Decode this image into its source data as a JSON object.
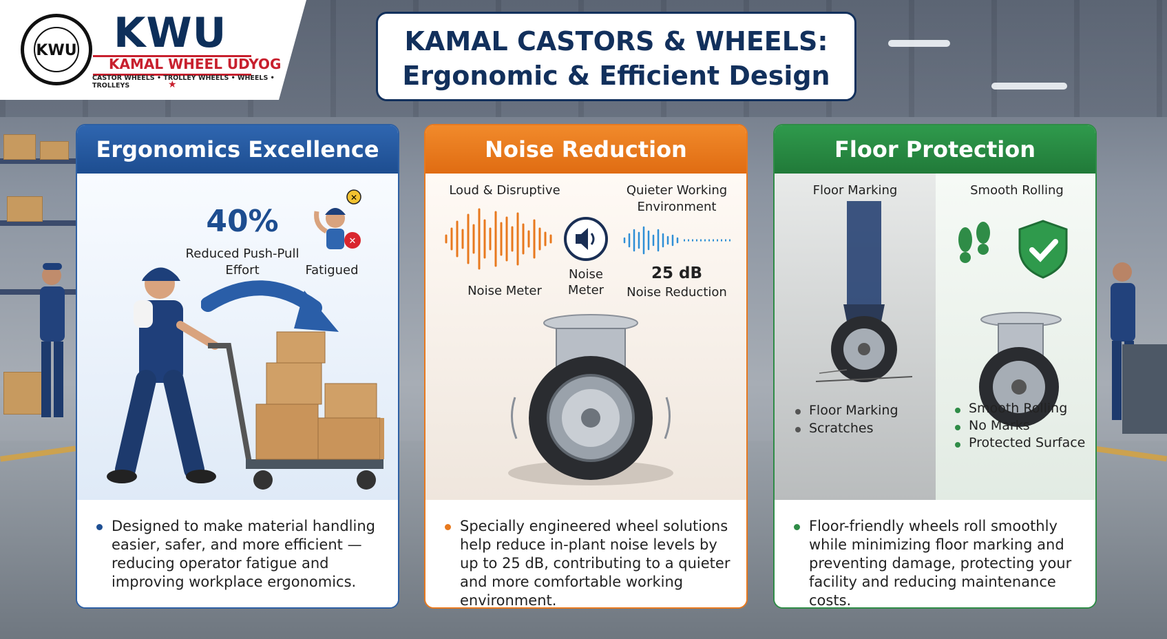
{
  "logo": {
    "circle_text": "KWU",
    "brand": "KWU",
    "name": "KAMAL WHEEL UDYOG",
    "tagline": "CASTOR WHEELS • TROLLEY WHEELS • WHEELS • TROLLEYS",
    "star": "★"
  },
  "title": {
    "line1": "KAMAL CASTORS & WHEELS:",
    "line2": "Ergonomic & Efficient Design"
  },
  "cards": [
    {
      "header": "Ergonomics Excellence",
      "stat_value": "40%",
      "stat_label_1": "Reduced Push-Pull",
      "stat_label_2": "Effort",
      "fatigued_label": "Fatigued",
      "text": "Designed to make material handling easier, safer, and more efficient — reducing operator fatigue and improving workplace ergonomics."
    },
    {
      "header": "Noise Reduction",
      "loud_label": "Loud & Disruptive",
      "noise_meter_left": "Noise Meter",
      "noise_meter_mid_1": "Noise",
      "noise_meter_mid_2": "Meter",
      "quiet_label_1": "Quieter Working",
      "quiet_label_2": "Environment",
      "db_value": "25 dB",
      "db_label": "Noise Reduction",
      "text": "Specially engineered wheel solutions help reduce in-plant noise levels by up to 25 dB, contributing to a quieter and more comfortable working environment."
    },
    {
      "header": "Floor Protection",
      "left_heading": "Floor Marking",
      "right_heading": "Smooth Rolling",
      "left_bullets": [
        "Floor Marking",
        "Scratches"
      ],
      "right_bullets": [
        "Smooth Rolling",
        "No Marks",
        "Protected Surface"
      ],
      "text": "Floor-friendly wheels roll smoothly while minimizing floor marking and preventing damage, protecting your facility and reducing maintenance costs."
    }
  ],
  "colors": {
    "blue": "#2d5fa3",
    "orange": "#e8791e",
    "green": "#2f8c47",
    "navy": "#12305c",
    "red": "#c8202e"
  }
}
